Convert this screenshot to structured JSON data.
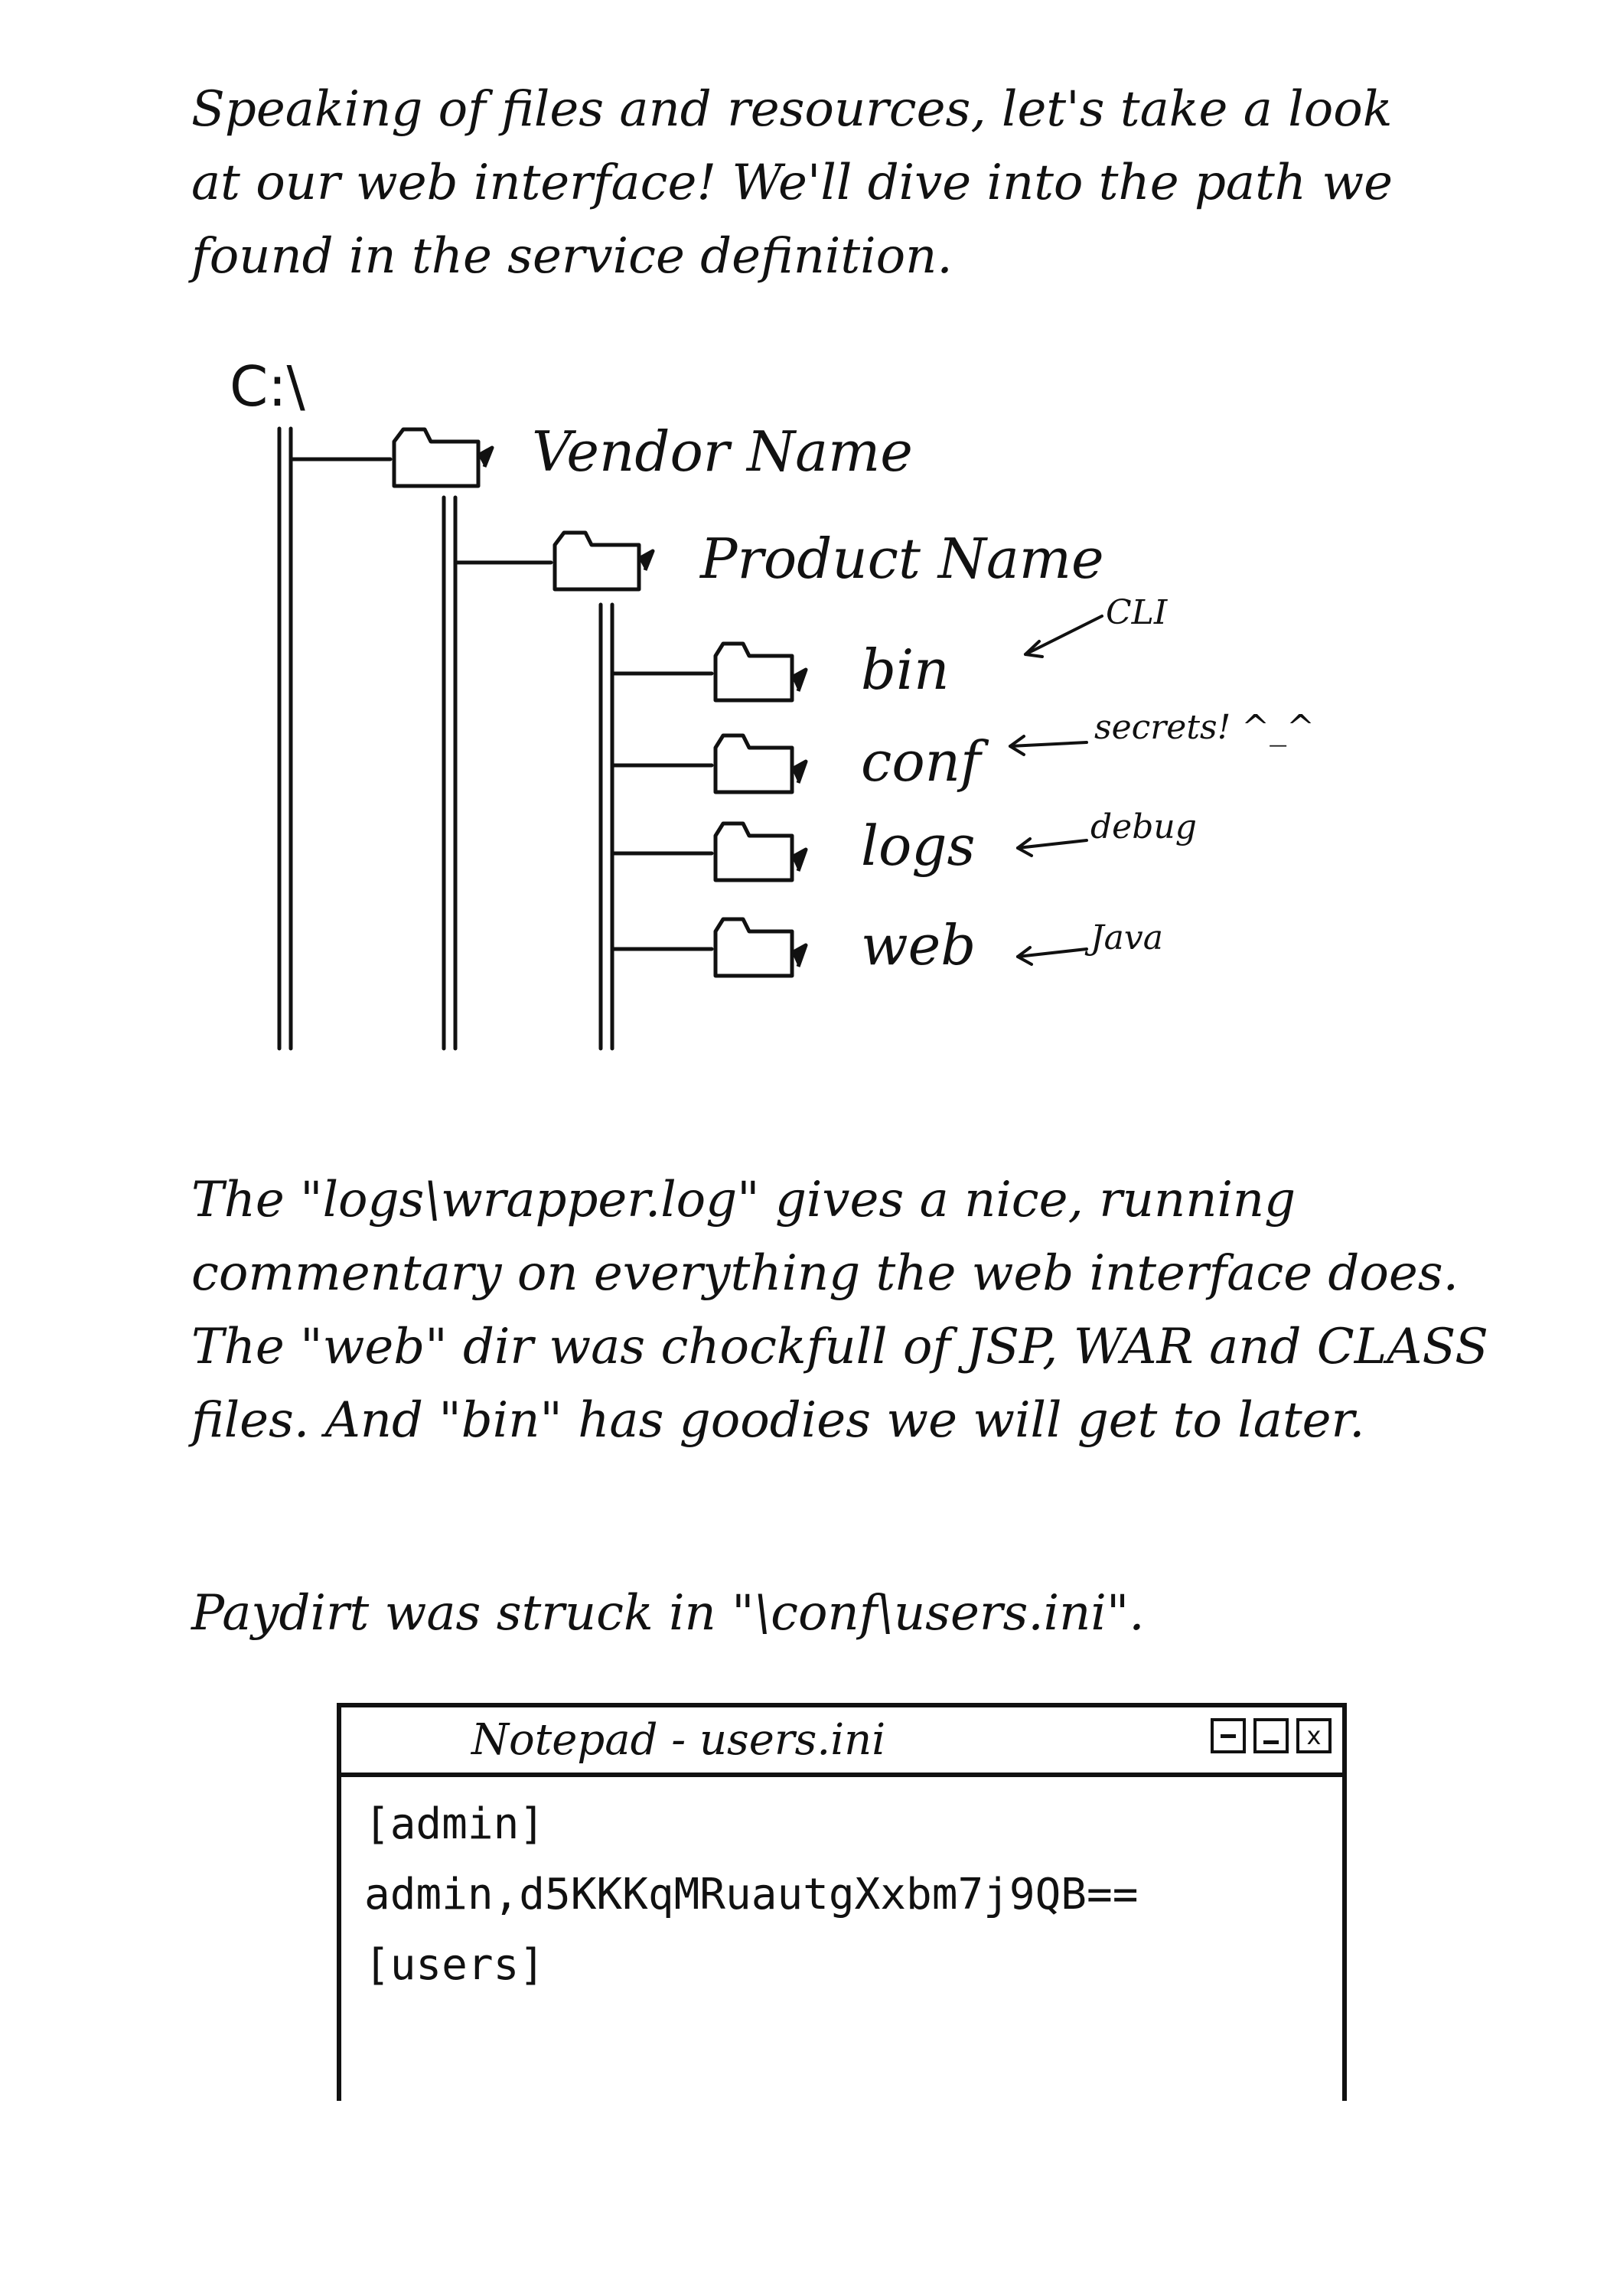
{
  "intro_text": "Speaking of files and resources, let's take a look at our web interface! We'll dive into the path we found in the service definition.",
  "tree": {
    "root": "C:\\",
    "vendor": "Vendor Name",
    "product": "Product Name",
    "folders": [
      {
        "name": "bin",
        "note": "CLI"
      },
      {
        "name": "conf",
        "note": "secrets! ^_^"
      },
      {
        "name": "logs",
        "note": "debug"
      },
      {
        "name": "web",
        "note": "Java"
      }
    ]
  },
  "commentary_text": "The \"logs\\wrapper.log\" gives a nice, running commentary on everything the web interface does. The \"web\" dir was chockfull of JSP, WAR and CLASS files. And \"bin\" has goodies we will get to later.",
  "paydirt_text": "Paydirt was struck in \"\\conf\\users.ini\".",
  "notepad": {
    "title": "Notepad - users.ini",
    "close_glyph": "x",
    "lines": [
      "[admin]",
      "admin,d5KKKqMRuautgXxbm7j9QB==",
      "[users]"
    ]
  }
}
